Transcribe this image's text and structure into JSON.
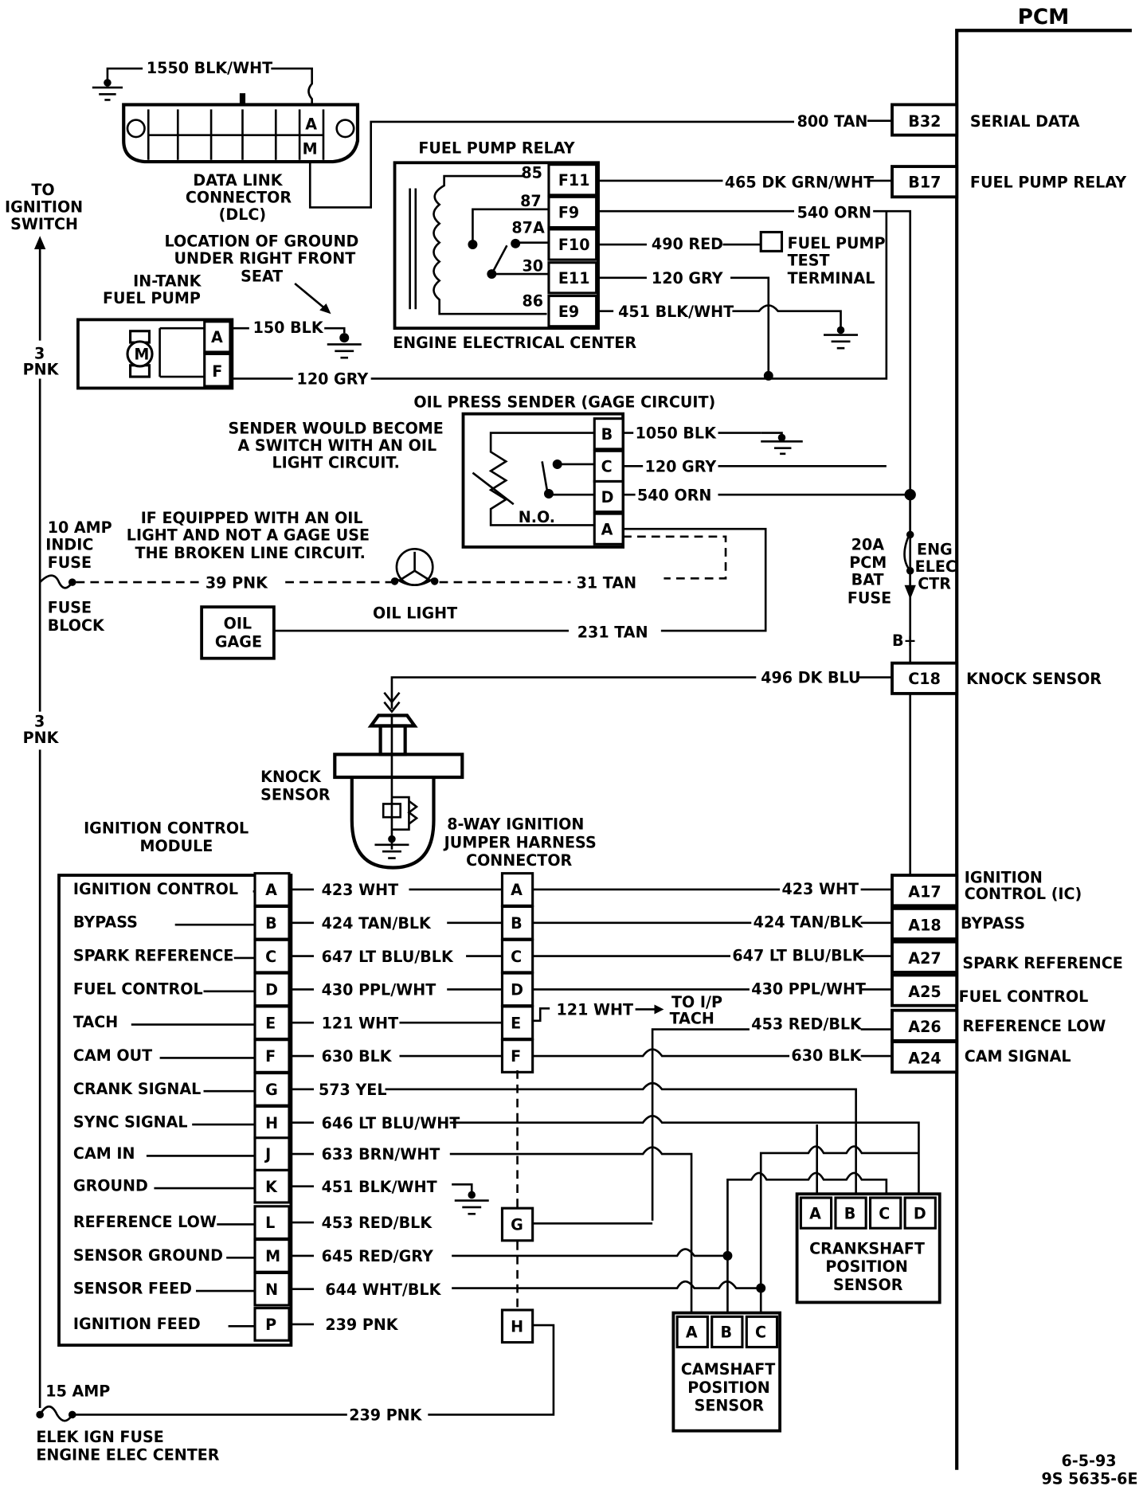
{
  "title": "PCM",
  "footer": {
    "date": "6-5-93",
    "code": "9S 5635-6E"
  },
  "pcm_pins": [
    {
      "pin": "B32",
      "function": "SERIAL DATA",
      "wire": "800 TAN"
    },
    {
      "pin": "B17",
      "function": "FUEL PUMP RELAY",
      "wire": "465 DK GRN/WHT"
    },
    {
      "pin": "C18",
      "function": "KNOCK SENSOR",
      "wire": "496 DK BLU"
    },
    {
      "pin": "A17",
      "function": "IGNITION CONTROL (IC)",
      "wire": "423 WHT"
    },
    {
      "pin": "A18",
      "function": "BYPASS",
      "wire": "424 TAN/BLK"
    },
    {
      "pin": "A27",
      "function": "SPARK REFERENCE",
      "wire": "647 LT BLU/BLK"
    },
    {
      "pin": "A25",
      "function": "FUEL CONTROL",
      "wire": "430 PPL/WHT"
    },
    {
      "pin": "A26",
      "function": "REFERENCE LOW",
      "wire": "453 RED/BLK"
    },
    {
      "pin": "A24",
      "function": "CAM SIGNAL",
      "wire": "630 BLK"
    }
  ],
  "dlc": {
    "label": [
      "DATA LINK",
      "CONNECTOR",
      "(DLC)"
    ],
    "pins": [
      "A",
      "M"
    ],
    "ground_wire": "1550 BLK/WHT"
  },
  "ignition_switch": {
    "label": [
      "TO",
      "IGNITION",
      "SWITCH"
    ],
    "wire_top": [
      "3",
      "PNK"
    ],
    "wire_bottom": [
      "3",
      "PNK"
    ]
  },
  "fuel_pump_relay": {
    "title": "FUEL PUMP RELAY",
    "container": "ENGINE ELECTRICAL CENTER",
    "terminals": [
      {
        "relay": "85",
        "pin": "F11",
        "wire": "465 DK GRN/WHT"
      },
      {
        "relay": "87",
        "pin": "F9",
        "wire": "540 ORN"
      },
      {
        "relay": "87A",
        "pin": "F10",
        "wire": "490 RED"
      },
      {
        "relay": "30",
        "pin": "E11",
        "wire": "120 GRY"
      },
      {
        "relay": "86",
        "pin": "E9",
        "wire": "451 BLK/WHT"
      }
    ],
    "test_terminal": [
      "FUEL PUMP",
      "TEST",
      "TERMINAL"
    ]
  },
  "ground_note": [
    "LOCATION OF GROUND",
    "UNDER RIGHT FRONT",
    "SEAT"
  ],
  "fuel_pump": {
    "label": [
      "IN-TANK",
      "FUEL PUMP"
    ],
    "motor": "M",
    "pins": [
      {
        "pin": "A",
        "wire": "150 BLK"
      },
      {
        "pin": "F",
        "wire": "120 GRY"
      }
    ]
  },
  "oil_sender": {
    "title": "OIL PRESS SENDER  (GAGE CIRCUIT)",
    "pins": [
      {
        "pin": "B",
        "wire": "1050 BLK"
      },
      {
        "pin": "C",
        "wire": "120 GRY"
      },
      {
        "pin": "D",
        "wire": "540 ORN"
      },
      {
        "pin": "A",
        "wire": ""
      }
    ],
    "switch_label": "N.O.",
    "note": [
      "SENDER WOULD BECOME",
      "A SWITCH WITH AN OIL",
      "LIGHT CIRCUIT."
    ]
  },
  "oil_light": {
    "note": [
      "IF EQUIPPED WITH AN OIL",
      "LIGHT AND NOT A GAGE USE",
      "THE BROKEN LINE CIRCUIT."
    ],
    "label": "OIL LIGHT",
    "wire_in": "39 PNK",
    "wire_out": "31 TAN"
  },
  "indic_fuse": {
    "label": [
      "10 AMP",
      "INDIC",
      "FUSE"
    ],
    "block": [
      "FUSE",
      "BLOCK"
    ]
  },
  "oil_gage": {
    "label": [
      "OIL",
      "GAGE"
    ],
    "wire": "231 TAN"
  },
  "pcm_fuse": {
    "label": [
      "20A",
      "PCM",
      "BAT",
      "FUSE"
    ],
    "location": [
      "ENG",
      "ELEC",
      "CTR"
    ],
    "supply": "B+"
  },
  "knock_sensor": {
    "label": [
      "KNOCK",
      "SENSOR"
    ]
  },
  "icm": {
    "title": [
      "IGNITION CONTROL",
      "MODULE"
    ],
    "rows": [
      {
        "func": "IGNITION CONTROL",
        "pin": "A",
        "wire": "423 WHT"
      },
      {
        "func": "BYPASS",
        "pin": "B",
        "wire": "424 TAN/BLK"
      },
      {
        "func": "SPARK REFERENCE",
        "pin": "C",
        "wire": "647 LT BLU/BLK"
      },
      {
        "func": "FUEL CONTROL",
        "pin": "D",
        "wire": "430 PPL/WHT"
      },
      {
        "func": "TACH",
        "pin": "E",
        "wire": "121 WHT"
      },
      {
        "func": "CAM OUT",
        "pin": "F",
        "wire": "630 BLK"
      },
      {
        "func": "CRANK SIGNAL",
        "pin": "G",
        "wire": "573 YEL"
      },
      {
        "func": "SYNC SIGNAL",
        "pin": "H",
        "wire": "646 LT BLU/WHT"
      },
      {
        "func": "CAM IN",
        "pin": "J",
        "wire": "633 BRN/WHT"
      },
      {
        "func": "GROUND",
        "pin": "K",
        "wire": "451 BLK/WHT"
      },
      {
        "func": "REFERENCE LOW",
        "pin": "L",
        "wire": "453 RED/BLK"
      },
      {
        "func": "SENSOR GROUND",
        "pin": "M",
        "wire": "645 RED/GRY"
      },
      {
        "func": "SENSOR FEED",
        "pin": "N",
        "wire": "644 WHT/BLK"
      },
      {
        "func": "IGNITION FEED",
        "pin": "P",
        "wire": "239 PNK"
      }
    ]
  },
  "jumper": {
    "label": [
      "8-WAY IGNITION",
      "JUMPER HARNESS",
      "CONNECTOR"
    ],
    "pins": [
      "A",
      "B",
      "C",
      "D",
      "E",
      "F",
      "G",
      "H"
    ],
    "tach_wire": "121 WHT",
    "tach_dest": [
      "TO I/P",
      "TACH"
    ]
  },
  "crank_sensor": {
    "label": [
      "CRANKSHAFT",
      "POSITION",
      "SENSOR"
    ],
    "pins": [
      "A",
      "B",
      "C",
      "D"
    ]
  },
  "cam_sensor": {
    "label": [
      "CAMSHAFT",
      "POSITION",
      "SENSOR"
    ],
    "pins": [
      "A",
      "B",
      "C"
    ]
  },
  "ign_fuse": {
    "label": "15 AMP",
    "location": [
      "ELEK IGN FUSE",
      "ENGINE ELEC CENTER"
    ],
    "wire": "239 PNK"
  }
}
